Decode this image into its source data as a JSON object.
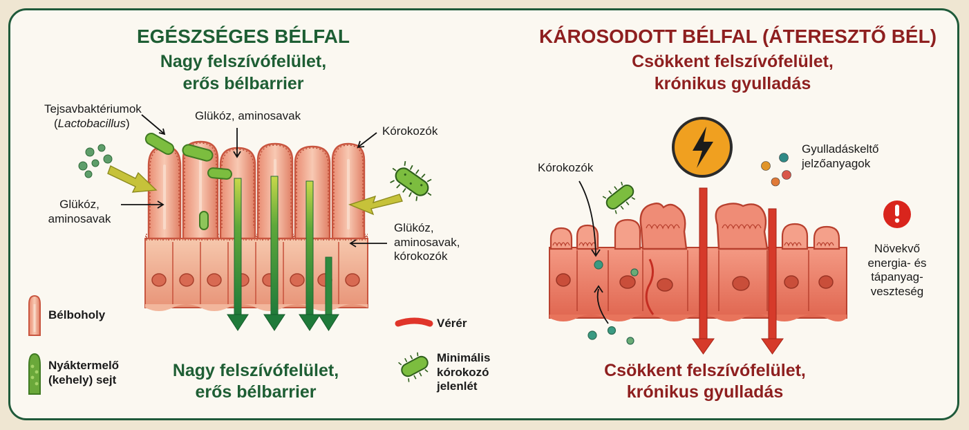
{
  "healthy": {
    "title": "EGÉSZSÉGES BÉLFAL",
    "subtitle_line1": "Nagy felszívófelület,",
    "subtitle_line2": "erős bélbarrier",
    "labels": {
      "bacteria_line1": "Tejsavbaktériumok",
      "bacteria_line2": "(Lactobacillus)",
      "nutrients_top": "Glükóz, aminosavak",
      "pathogens": "Kórokozók",
      "nutrients_left_line1": "Glükóz,",
      "nutrients_left_line2": "aminosavak",
      "right_line1": "Glükóz,",
      "right_line2": "aminosavak,",
      "right_line3": "kórokozók"
    },
    "bottom_line1": "Nagy felszívófelület,",
    "bottom_line2": "erős bélbarrier"
  },
  "legend": {
    "villus_label": "Bélboholy",
    "goblet_line1": "Nyáktermelő",
    "goblet_line2": "(kehely) sejt",
    "blood_label": "Vérér",
    "minimal_line1": "Minimális",
    "minimal_line2": "kórokozó",
    "minimal_line3": "jelenlét"
  },
  "damaged": {
    "title": "KÁROSODOTT BÉLFAL (ÁTERESZTŐ BÉL)",
    "subtitle_line1": "Csökkent felszívófelület,",
    "subtitle_line2": "krónikus gyulladás",
    "labels": {
      "pathogens": "Kórokozók",
      "signals_line1": "Gyulladáskeltő",
      "signals_line2": "jelzőanyagok",
      "loss_line1": "Növekvő",
      "loss_line2": "energia- és",
      "loss_line3": "tápanyag-",
      "loss_line4": "veszteség"
    },
    "bottom_line1": "Csökkent felszívófelület,",
    "bottom_line2": "krónikus gyulladás"
  },
  "colors": {
    "frame": "#1f5a3a",
    "healthy_text": "#1e5e34",
    "damaged_text": "#8e1f1f",
    "tissue": "#f1b49a",
    "tissue_dark": "#c8553f",
    "arrow_green": "#2e8a3f",
    "arrow_red": "#d63a2a",
    "bacteria": "#7cbd3f",
    "warning": "#f0a020",
    "alert": "#d9251d"
  },
  "icons": {
    "warning": "lightning-bolt-icon",
    "alert": "exclamation-icon"
  }
}
